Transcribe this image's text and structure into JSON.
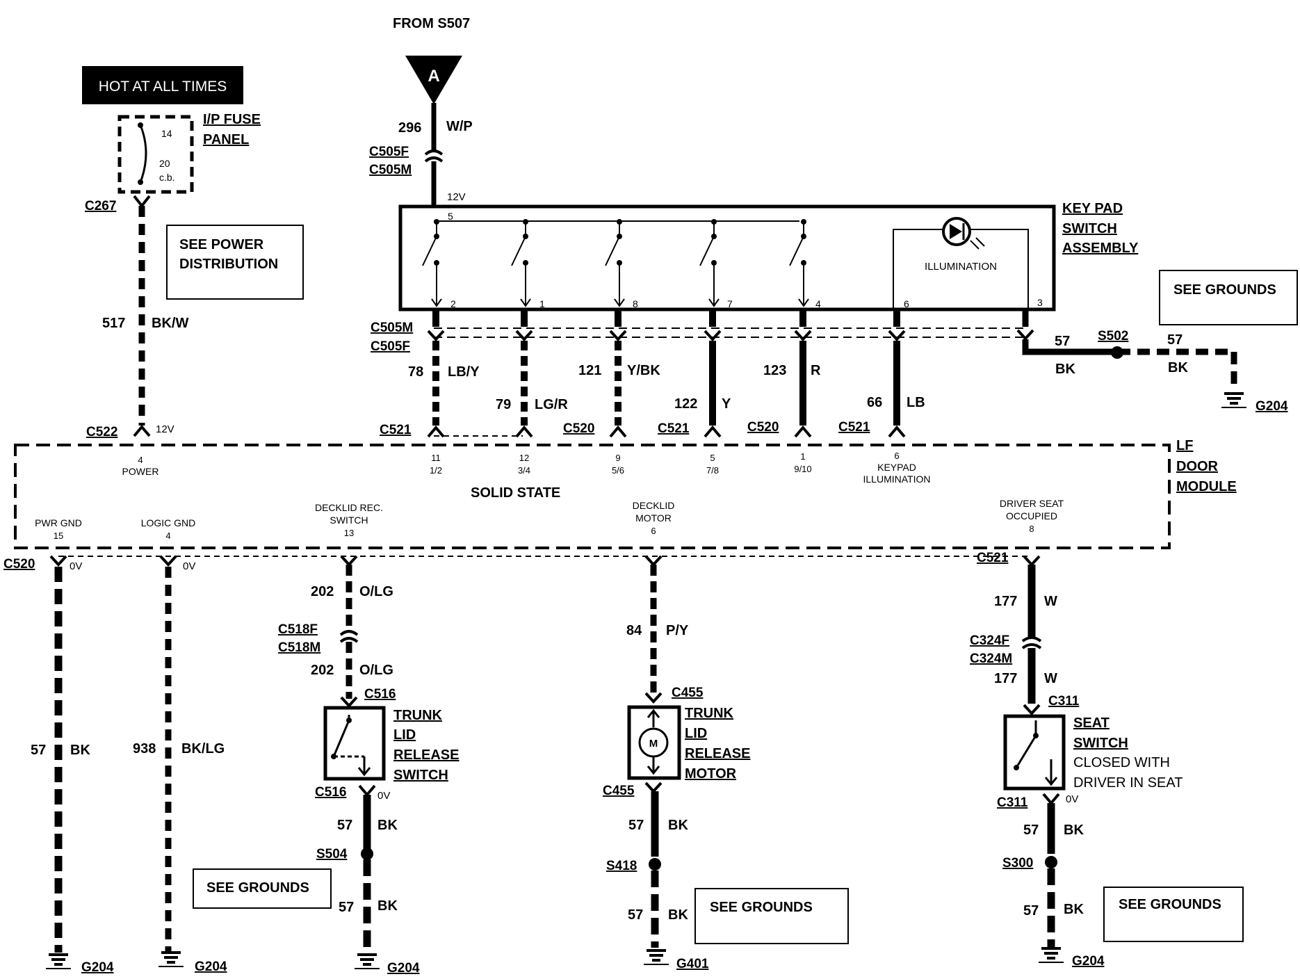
{
  "header": {
    "from": "FROM S507",
    "splice_letter": "A"
  },
  "hot_box": "HOT AT ALL TIMES",
  "fuse": {
    "line1": "I/P FUSE",
    "line2": "PANEL",
    "num": "14",
    "rating": "20",
    "type": "c.b."
  },
  "see_power": {
    "line1": "SEE POWER",
    "line2": "DISTRIBUTION"
  },
  "see_grounds": "SEE GROUNDS",
  "keypad": {
    "line1": "KEY PAD",
    "line2": "SWITCH",
    "line3": "ASSEMBLY",
    "illum": "ILLUMINATION",
    "volt": "12V",
    "pins": [
      "5",
      "2",
      "1",
      "8",
      "7",
      "4",
      "6",
      "3"
    ]
  },
  "module": {
    "line1": "LF",
    "line2": "DOOR",
    "line3": "MODULE",
    "center": "SOLID STATE",
    "top_pins": [
      {
        "n": "4",
        "label": "POWER"
      },
      {
        "n": "11",
        "label": "1/2"
      },
      {
        "n": "12",
        "label": "3/4"
      },
      {
        "n": "9",
        "label": "5/6"
      },
      {
        "n": "5",
        "label": "7/8"
      },
      {
        "n": "1",
        "label": "9/10"
      },
      {
        "n": "6",
        "label": "KEYPAD"
      }
    ],
    "keypad_illum2": "ILLUMINATION",
    "bottom_pins": [
      {
        "label": "PWR GND",
        "n": "15"
      },
      {
        "label": "LOGIC GND",
        "n": "4"
      },
      {
        "label1": "DECKLID REC.",
        "label2": "SWITCH",
        "n": "13"
      },
      {
        "label1": "DECKLID",
        "label2": "MOTOR",
        "n": "6"
      },
      {
        "label1": "DRIVER SEAT",
        "label2": "OCCUPIED",
        "n": "8"
      }
    ]
  },
  "connectors": {
    "c505f": "C505F",
    "c505m": "C505M",
    "c267": "C267",
    "c522": "C522",
    "c521": "C521",
    "c520": "C520",
    "c518f": "C518F",
    "c518m": "C518M",
    "c516": "C516",
    "c455": "C455",
    "c324f": "C324F",
    "c324m": "C324M",
    "c311": "C311",
    "s502": "S502",
    "s504": "S504",
    "s418": "S418",
    "s300": "S300"
  },
  "grounds": {
    "g204": "G204",
    "g401": "G401"
  },
  "circuits": {
    "c296": "296",
    "wp": "W/P",
    "c517": "517",
    "bkw": "BK/W",
    "c78": "78",
    "lby": "LB/Y",
    "c79": "79",
    "lgr": "LG/R",
    "c121": "121",
    "ybk": "Y/BK",
    "c122": "122",
    "y": "Y",
    "c123": "123",
    "r": "R",
    "c66": "66",
    "lb": "LB",
    "c57": "57",
    "bk": "BK",
    "c938": "938",
    "bklg": "BK/LG",
    "c202": "202",
    "olg": "O/LG",
    "c84": "84",
    "py": "P/Y",
    "c177": "177",
    "w": "W"
  },
  "volts": {
    "v12": "12V",
    "v0": "0V"
  },
  "trunk_switch": {
    "l1": "TRUNK",
    "l2": "LID",
    "l3": "RELEASE",
    "l4": "SWITCH"
  },
  "trunk_motor": {
    "l1": "TRUNK",
    "l2": "LID",
    "l3": "RELEASE",
    "l4": "MOTOR",
    "m": "M"
  },
  "seat_switch": {
    "l1": "SEAT",
    "l2": "SWITCH",
    "l3": "CLOSED WITH",
    "l4": "DRIVER IN SEAT"
  }
}
